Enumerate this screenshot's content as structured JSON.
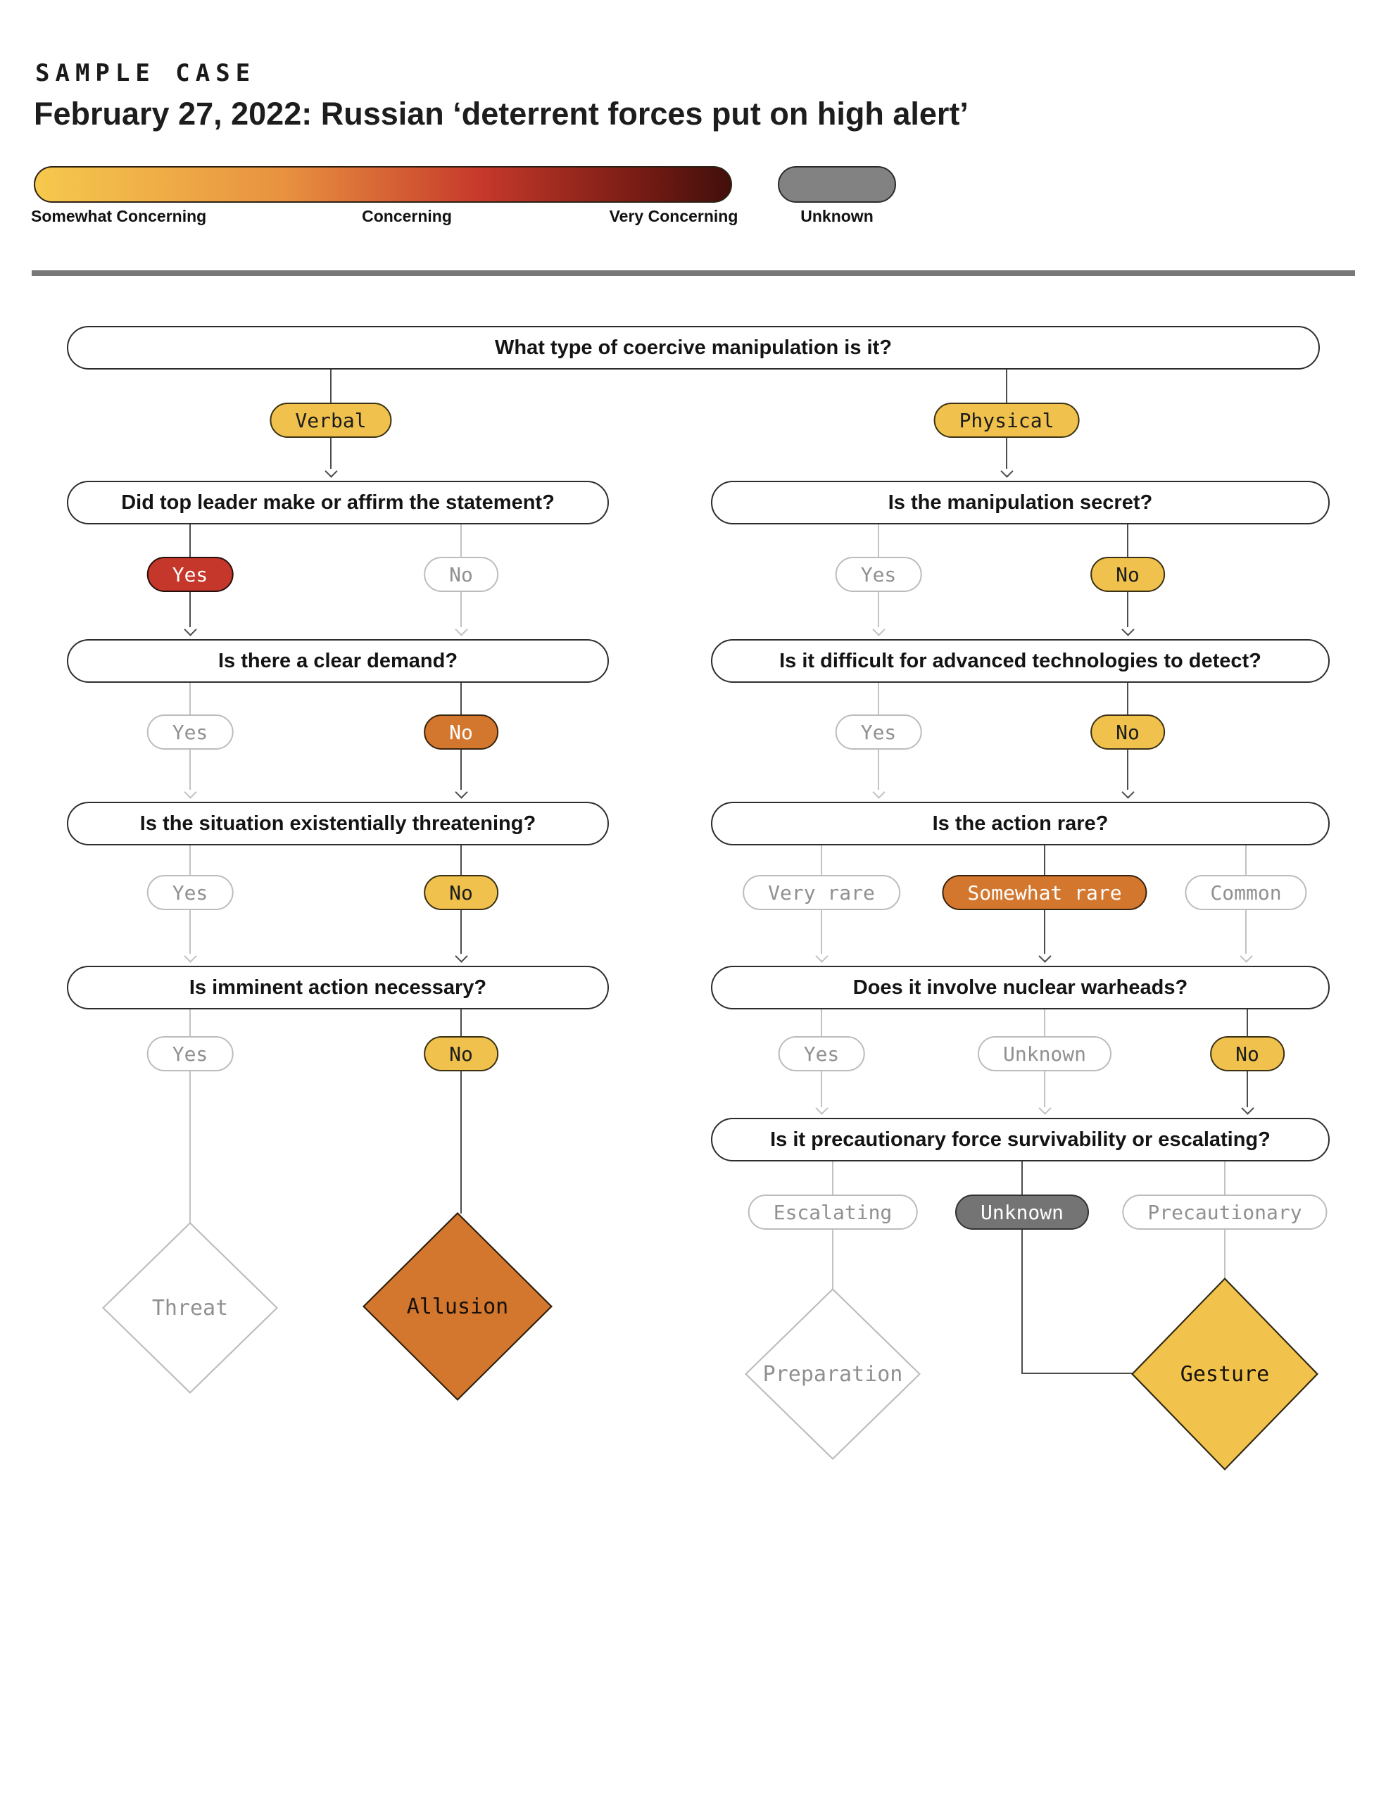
{
  "header": {
    "eyebrow": "SAMPLE CASE",
    "title": "February 27, 2022: Russian ‘deterrent forces put on high alert’"
  },
  "legend": {
    "scale_labels": [
      "Somewhat Concerning",
      "Concerning",
      "Very Concerning"
    ],
    "unknown_label": "Unknown",
    "colors": {
      "somewhat_concerning": "#F6C94D",
      "concerning": "#D4772E",
      "very_concerning": "#C6392B",
      "scale_darkest": "#420F0B",
      "unknown_gray": "#828282",
      "selected_yellow": "#F0C24D",
      "selected_orange": "#D4772E",
      "selected_red": "#C5372B",
      "selected_dark_gray": "#747474"
    }
  },
  "flow": {
    "root": {
      "question": "What type of coercive manipulation is it?",
      "verbal": "Verbal",
      "physical": "Physical"
    },
    "verbal_branch": {
      "q_leader": {
        "question": "Did top leader make or affirm the statement?",
        "yes": "Yes",
        "no": "No"
      },
      "q_demand": {
        "question": "Is there a clear demand?",
        "yes": "Yes",
        "no": "No"
      },
      "q_existential": {
        "question": "Is the situation existentially threatening?",
        "yes": "Yes",
        "no": "No"
      },
      "q_imminent": {
        "question": "Is imminent action necessary?",
        "yes": "Yes",
        "no": "No"
      },
      "outcome_threat": "Threat",
      "outcome_allusion": "Allusion"
    },
    "physical_branch": {
      "q_secret": {
        "question": "Is the manipulation secret?",
        "yes": "Yes",
        "no": "No"
      },
      "q_detect": {
        "question": "Is it difficult for advanced technologies to detect?",
        "yes": "Yes",
        "no": "No"
      },
      "q_rare": {
        "question": "Is the action rare?",
        "options": [
          "Very rare",
          "Somewhat rare",
          "Common"
        ]
      },
      "q_nuclear": {
        "question": "Does it involve nuclear warheads?",
        "options": [
          "Yes",
          "Unknown",
          "No"
        ]
      },
      "q_posture": {
        "question": "Is it precautionary force survivability or escalating?",
        "options": [
          "Escalating",
          "Unknown",
          "Precautionary"
        ]
      },
      "outcome_preparation": "Preparation",
      "outcome_gesture": "Gesture"
    }
  }
}
